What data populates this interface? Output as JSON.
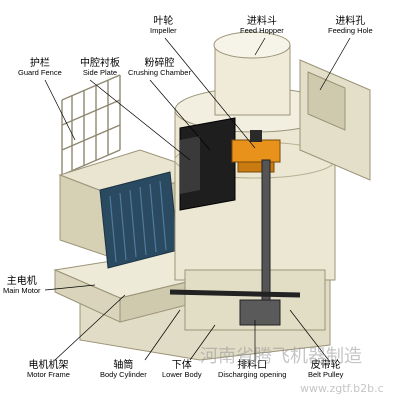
{
  "labels": {
    "impeller": {
      "cn": "叶轮",
      "en": "Impeller"
    },
    "feed_hopper": {
      "cn": "进料斗",
      "en": "Feed Hopper"
    },
    "feeding_hole": {
      "cn": "进料孔",
      "en": "Feeding Hole"
    },
    "guard_fence": {
      "cn": "护栏",
      "en": "Guard Fence"
    },
    "side_plate": {
      "cn": "中腔衬板",
      "en": "Side Plate"
    },
    "crushing_chamber": {
      "cn": "粉碎腔",
      "en": "Crushing Chamber"
    },
    "main_motor": {
      "cn": "主电机",
      "en": "Main Motor"
    },
    "motor_frame": {
      "cn": "电机机架",
      "en": "Motor Frame"
    },
    "body_cylinder": {
      "cn": "轴筒",
      "en": "Body Cylinder"
    },
    "lower_body": {
      "cn": "下体",
      "en": "Lower Body"
    },
    "discharging_opening": {
      "cn": "排料口",
      "en": "Discharging opening"
    },
    "belt_pulley": {
      "cn": "皮带轮",
      "en": "Belt Pulley"
    }
  },
  "watermark": {
    "company": "河南省腾飞机器制造",
    "url": "www.zgtf.b2b.c"
  }
}
